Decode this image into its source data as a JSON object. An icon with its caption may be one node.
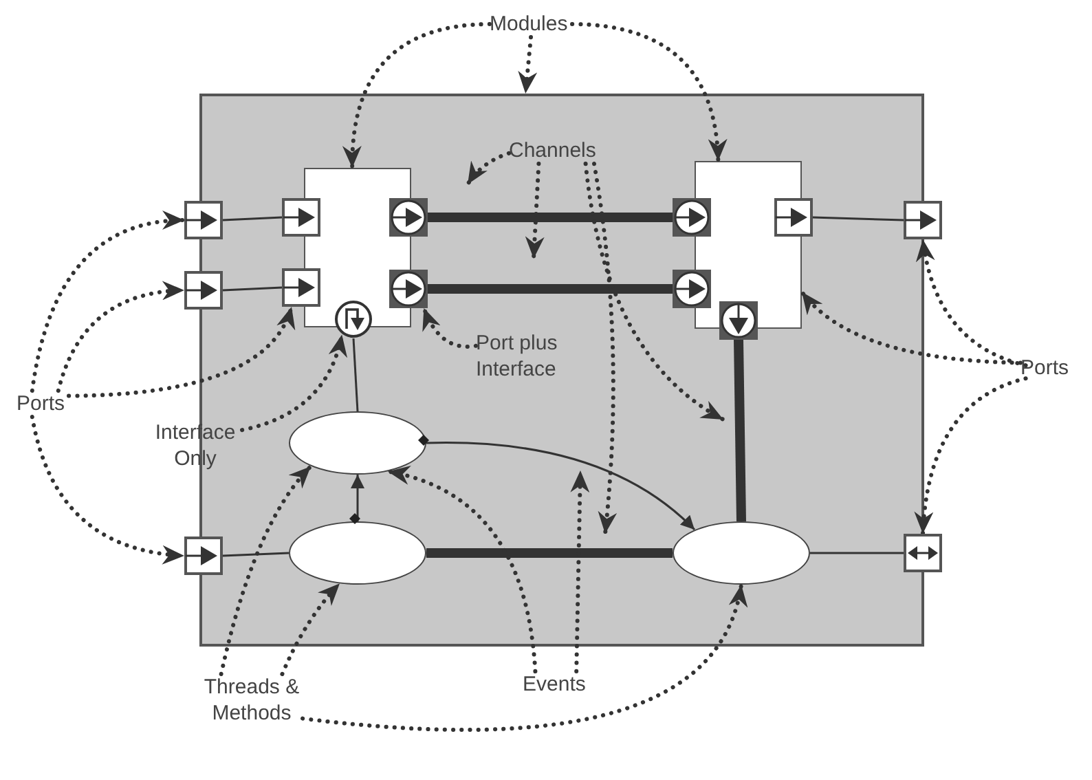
{
  "diagram": {
    "nodes": [
      {
        "text": [],
        "shape": "box"
      },
      {
        "text": [],
        "shape": "box",
        "in": 0
      },
      {
        "text": [],
        "shape": "box",
        "in": 0
      },
      {
        "text": [],
        "shape": "box",
        "in": 0
      },
      {
        "text": [],
        "shape": "box",
        "in": 0
      },
      {
        "text": [],
        "shape": "box",
        "in": 0
      },
      {
        "text": [],
        "shape": "box",
        "in": 0
      },
      {
        "text": [],
        "shape": "box",
        "in": 0
      },
      {
        "text": [],
        "shape": "box",
        "in": 0
      },
      {
        "text": [],
        "shape": "box",
        "in": 0
      },
      {
        "text": [],
        "shape": "circle",
        "in": 0
      },
      {
        "text": [],
        "shape": "box",
        "in": 0
      },
      {
        "text": [],
        "shape": "box",
        "in": 0
      },
      {
        "text": [],
        "shape": "box",
        "in": 0
      },
      {
        "text": [],
        "shape": "box",
        "in": 0
      },
      {
        "text": [],
        "shape": "box",
        "in": 0
      },
      {
        "text": [],
        "shape": "box",
        "in": 0
      },
      {
        "text": [],
        "shape": "ellipse",
        "in": 0
      },
      {
        "text": [],
        "shape": "ellipse",
        "in": 0
      },
      {
        "text": [],
        "shape": "ellipse",
        "in": 0
      },
      {
        "text": [
          "Modules"
        ]
      },
      {
        "text": [
          "Channels"
        ],
        "in": 0
      },
      {
        "text": [
          "Port plus Interface"
        ],
        "in": 0
      },
      {
        "text": [
          "Ports"
        ]
      },
      {
        "text": [
          "Interface Only"
        ]
      },
      {
        "text": [
          "Threads & Methods"
        ]
      },
      {
        "text": [
          "Events"
        ]
      },
      {
        "text": [
          "Ports"
        ]
      }
    ],
    "edges": [
      {
        "from": 3,
        "to": 6,
        "arrow": "none"
      },
      {
        "from": 4,
        "to": 7,
        "arrow": "none"
      },
      {
        "from": 8,
        "to": 11,
        "arrow": "none",
        "style": "thick"
      },
      {
        "from": 9,
        "to": 12,
        "arrow": "none",
        "style": "thick"
      },
      {
        "from": 13,
        "to": 19,
        "arrow": "none",
        "style": "thick"
      },
      {
        "from": 10,
        "to": 17,
        "arrow": "none"
      },
      {
        "from": 18,
        "to": 17,
        "arrow": "to"
      },
      {
        "from": 17,
        "to": 19,
        "arrow": "to"
      },
      {
        "from": 5,
        "to": 18,
        "arrow": "none"
      },
      {
        "from": 18,
        "to": 19,
        "arrow": "none",
        "style": "thick"
      },
      {
        "from": 19,
        "to": 16,
        "arrow": "none"
      },
      {
        "from": 14,
        "to": 15,
        "arrow": "none"
      },
      {
        "from": 20,
        "to": 1,
        "arrow": "to",
        "style": "dashed"
      },
      {
        "from": 20,
        "to": 0,
        "arrow": "to",
        "style": "dashed"
      },
      {
        "from": 20,
        "to": 2,
        "arrow": "to",
        "style": "dashed"
      },
      {
        "from": 21,
        "to": null,
        "arrow": "to",
        "style": "dashed"
      },
      {
        "from": 21,
        "to": null,
        "arrow": "to",
        "style": "dashed"
      },
      {
        "from": 21,
        "to": null,
        "arrow": "to",
        "style": "dashed"
      },
      {
        "from": 21,
        "to": null,
        "arrow": "to",
        "style": "dashed"
      },
      {
        "from": 22,
        "to": 9,
        "arrow": "to",
        "style": "dashed"
      },
      {
        "from": 23,
        "to": 3,
        "arrow": "to",
        "style": "dashed"
      },
      {
        "from": 23,
        "to": 4,
        "arrow": "to",
        "style": "dashed"
      },
      {
        "from": 23,
        "to": 7,
        "arrow": "to",
        "style": "dashed"
      },
      {
        "from": 23,
        "to": 5,
        "arrow": "to",
        "style": "dashed"
      },
      {
        "from": 24,
        "to": 10,
        "arrow": "to",
        "style": "dashed"
      },
      {
        "from": 25,
        "to": 17,
        "arrow": "to",
        "style": "dashed"
      },
      {
        "from": 25,
        "to": 18,
        "arrow": "to",
        "style": "dashed"
      },
      {
        "from": 25,
        "to": 19,
        "arrow": "to",
        "style": "dashed"
      },
      {
        "from": 26,
        "to": 17,
        "arrow": "to",
        "style": "dashed"
      },
      {
        "from": 26,
        "to": null,
        "arrow": "to",
        "style": "dashed"
      },
      {
        "from": 27,
        "to": 2,
        "arrow": "to",
        "style": "dashed"
      },
      {
        "from": 27,
        "to": 15,
        "arrow": "to",
        "style": "dashed"
      },
      {
        "from": 27,
        "to": 16,
        "arrow": "to",
        "style": "dashed"
      }
    ]
  }
}
